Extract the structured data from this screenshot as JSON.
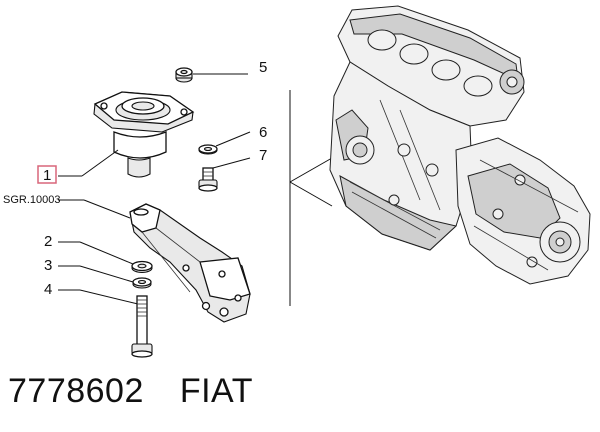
{
  "callouts": {
    "c1": "1",
    "c2": "2",
    "c3": "3",
    "c4": "4",
    "c5": "5",
    "c6": "6",
    "c7": "7"
  },
  "reference_label": "SGR.10003",
  "footer": {
    "part_number": "7778602",
    "brand": "FIAT"
  },
  "colors": {
    "highlight_box": "#d9667a",
    "ink": "#111111"
  }
}
